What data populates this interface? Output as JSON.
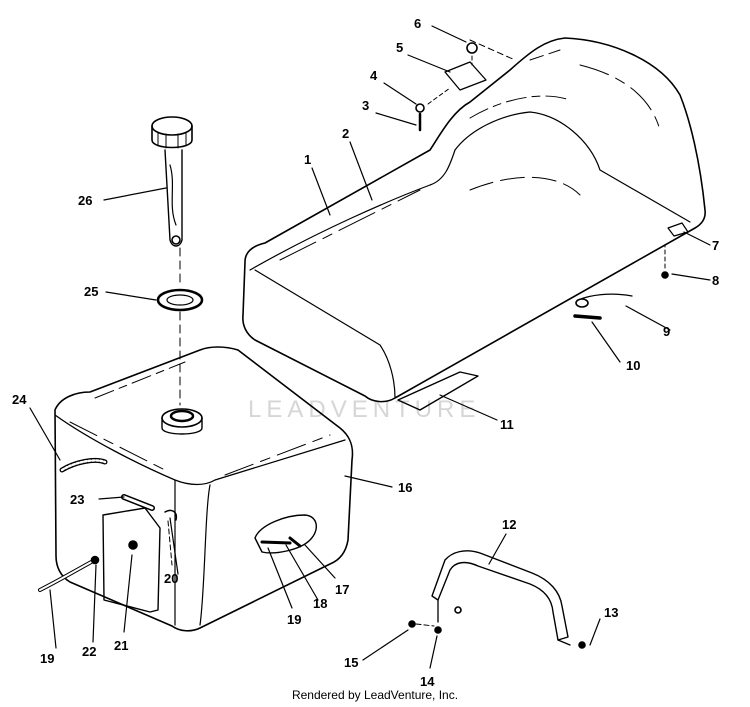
{
  "watermark": "LEADVENTURE",
  "footer": "Rendered by LeadVenture, Inc.",
  "callouts": {
    "c1": "1",
    "c2": "2",
    "c3": "3",
    "c4": "4",
    "c5": "5",
    "c6": "6",
    "c7": "7",
    "c8": "8",
    "c9": "9",
    "c10": "10",
    "c11": "11",
    "c12": "12",
    "c13": "13",
    "c14": "14",
    "c15": "15",
    "c16": "16",
    "c17": "17",
    "c18": "18",
    "c19a": "19",
    "c19b": "19",
    "c20": "20",
    "c21": "21",
    "c22": "22",
    "c23": "23",
    "c24": "24",
    "c25": "25",
    "c26": "26"
  }
}
